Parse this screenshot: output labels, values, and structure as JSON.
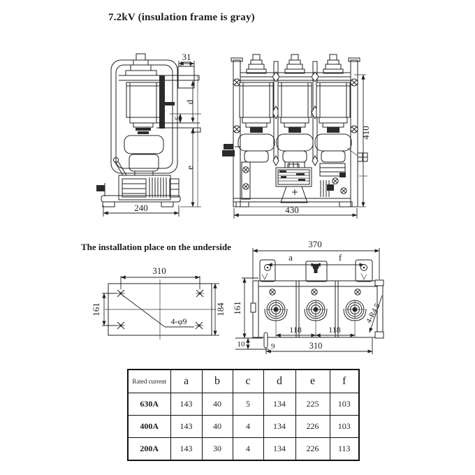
{
  "page": {
    "title": "7.2kV (insulation frame is gray)",
    "underside_caption": "The installation place on the underside"
  },
  "colors": {
    "line": "#222222",
    "background": "#ffffff"
  },
  "side_view": {
    "dim_31": "31",
    "dim_c": "c",
    "dim_d": "d",
    "dim_e": "e",
    "dim_240": "240"
  },
  "front_view": {
    "dim_410": "410",
    "dim_430": "430"
  },
  "underside_view": {
    "dim_310": "310",
    "dim_161": "161",
    "dim_184": "184",
    "holes_label": "4-φ9"
  },
  "top_view": {
    "dim_370": "370",
    "dim_a": "a",
    "dim_f": "f",
    "dim_161": "161",
    "dim_10": "10",
    "dim_118_left": "118",
    "dim_118_right": "118",
    "dim_310": "310",
    "dim_9": "9",
    "slots_label": "4-R4.5"
  },
  "table": {
    "headers": [
      "Rated current",
      "a",
      "b",
      "c",
      "d",
      "e",
      "f"
    ],
    "rows": [
      {
        "label": "630A",
        "values": [
          "143",
          "40",
          "5",
          "134",
          "225",
          "103"
        ]
      },
      {
        "label": "400A",
        "values": [
          "143",
          "40",
          "4",
          "134",
          "226",
          "103"
        ]
      },
      {
        "label": "200A",
        "values": [
          "143",
          "30",
          "4",
          "134",
          "226",
          "113"
        ]
      }
    ]
  }
}
